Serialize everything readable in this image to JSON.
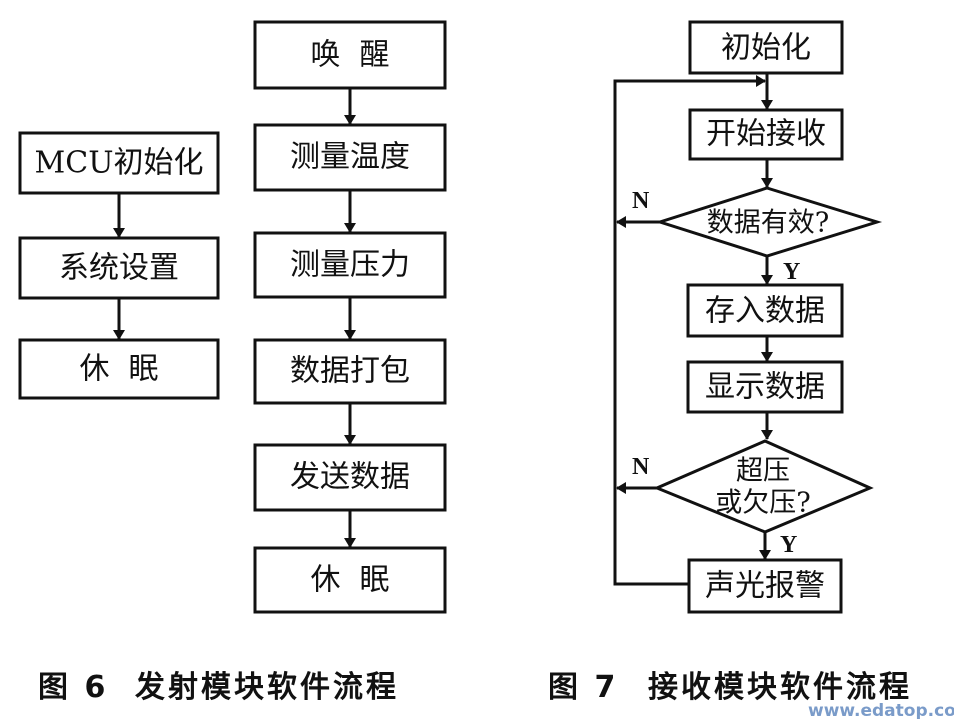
{
  "figure6": {
    "caption_number": "图 6",
    "caption_title": "发射模块软件流程",
    "left_flow": [
      "MCU初始化",
      "系统设置",
      "休  眠"
    ],
    "main_flow": [
      "唤  醒",
      "测量温度",
      "测量压力",
      "数据打包",
      "发送数据",
      "休  眠"
    ]
  },
  "figure7": {
    "caption_number": "图 7",
    "caption_title": "接收模块软件流程",
    "init": "初始化",
    "start": "开始接收",
    "decision1": "数据有效?",
    "store": "存入数据",
    "display": "显示数据",
    "decision2_line1": "超压",
    "decision2_line2": "或欠压?",
    "alarm": "声光报警",
    "yes_label": "Y",
    "no_label": "N"
  },
  "watermark": "www.edatop.com"
}
